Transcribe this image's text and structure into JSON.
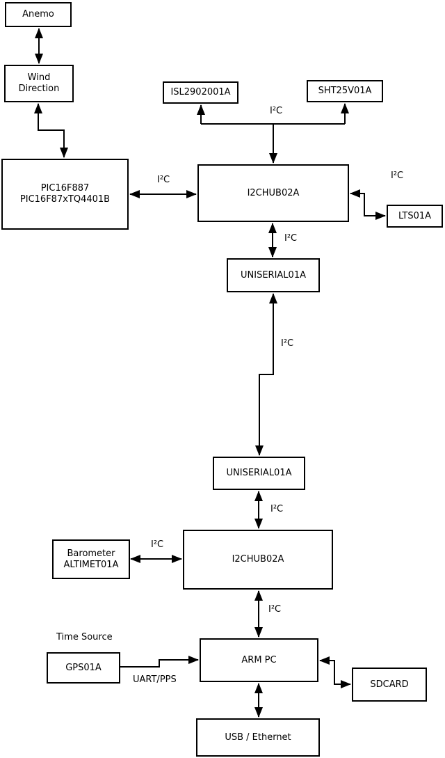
{
  "diagram": {
    "title_hint": "Weather station hardware block diagram",
    "colors": {
      "background": "#ffffff",
      "line": "#000000",
      "box_border": "#000000",
      "box_fill": "#ffffff",
      "text": "#000000"
    },
    "nodes": {
      "anemo": {
        "label": "Anemo"
      },
      "wind_direction": {
        "line1": "Wind",
        "line2": "Direction"
      },
      "pic": {
        "line1": "PIC16F887",
        "line2": "PIC16F87xTQ4401B"
      },
      "isl": {
        "label": "ISL2902001A"
      },
      "sht": {
        "label": "SHT25V01A"
      },
      "hub1": {
        "label": "I2CHUB02A"
      },
      "lts": {
        "label": "LTS01A"
      },
      "uniserial1": {
        "label": "UNISERIAL01A"
      },
      "uniserial2": {
        "label": "UNISERIAL01A"
      },
      "hub2": {
        "label": "I2CHUB02A"
      },
      "barometer": {
        "line1": "Barometer",
        "line2": "ALTIMET01A"
      },
      "armpc": {
        "label": "ARM PC"
      },
      "gps": {
        "label": "GPS01A"
      },
      "sdcard": {
        "label": "SDCARD"
      },
      "usb": {
        "label": "USB / Ethernet"
      }
    },
    "edge_labels": {
      "i2c_sensor_bus": "I²C",
      "i2c_pic_hub1": "I²C",
      "i2c_hub1_lts": "I²C",
      "i2c_hub1_uniserial1": "I²C",
      "i2c_uniserial1_uniserial2": "I²C",
      "i2c_uniserial2_hub2": "I²C",
      "i2c_barometer_hub2": "I²C",
      "i2c_hub2_armpc": "I²C",
      "uart_pps": "UART/PPS",
      "time_source": "Time Source"
    },
    "edges": [
      {
        "from": "anemo",
        "to": "wind_direction",
        "bidirectional": true
      },
      {
        "from": "wind_direction",
        "to": "pic",
        "bidirectional": true
      },
      {
        "from": "pic",
        "to": "hub1",
        "label": "I²C",
        "bidirectional": true
      },
      {
        "from": "hub1",
        "to": "isl",
        "label": "I²C",
        "bidirectional": false
      },
      {
        "from": "hub1",
        "to": "sht",
        "label": "I²C",
        "bidirectional": false
      },
      {
        "from": "hub1",
        "to": "lts",
        "label": "I²C",
        "bidirectional": true
      },
      {
        "from": "hub1",
        "to": "uniserial1",
        "label": "I²C",
        "bidirectional": true
      },
      {
        "from": "uniserial1",
        "to": "uniserial2",
        "label": "I²C",
        "bidirectional": true
      },
      {
        "from": "uniserial2",
        "to": "hub2",
        "label": "I²C",
        "bidirectional": true
      },
      {
        "from": "barometer",
        "to": "hub2",
        "label": "I²C",
        "bidirectional": true
      },
      {
        "from": "hub2",
        "to": "armpc",
        "label": "I²C",
        "bidirectional": true
      },
      {
        "from": "gps",
        "to": "armpc",
        "label": "UART/PPS",
        "bidirectional": false
      },
      {
        "from": "armpc",
        "to": "sdcard",
        "bidirectional": true
      },
      {
        "from": "armpc",
        "to": "usb",
        "bidirectional": true
      }
    ]
  }
}
